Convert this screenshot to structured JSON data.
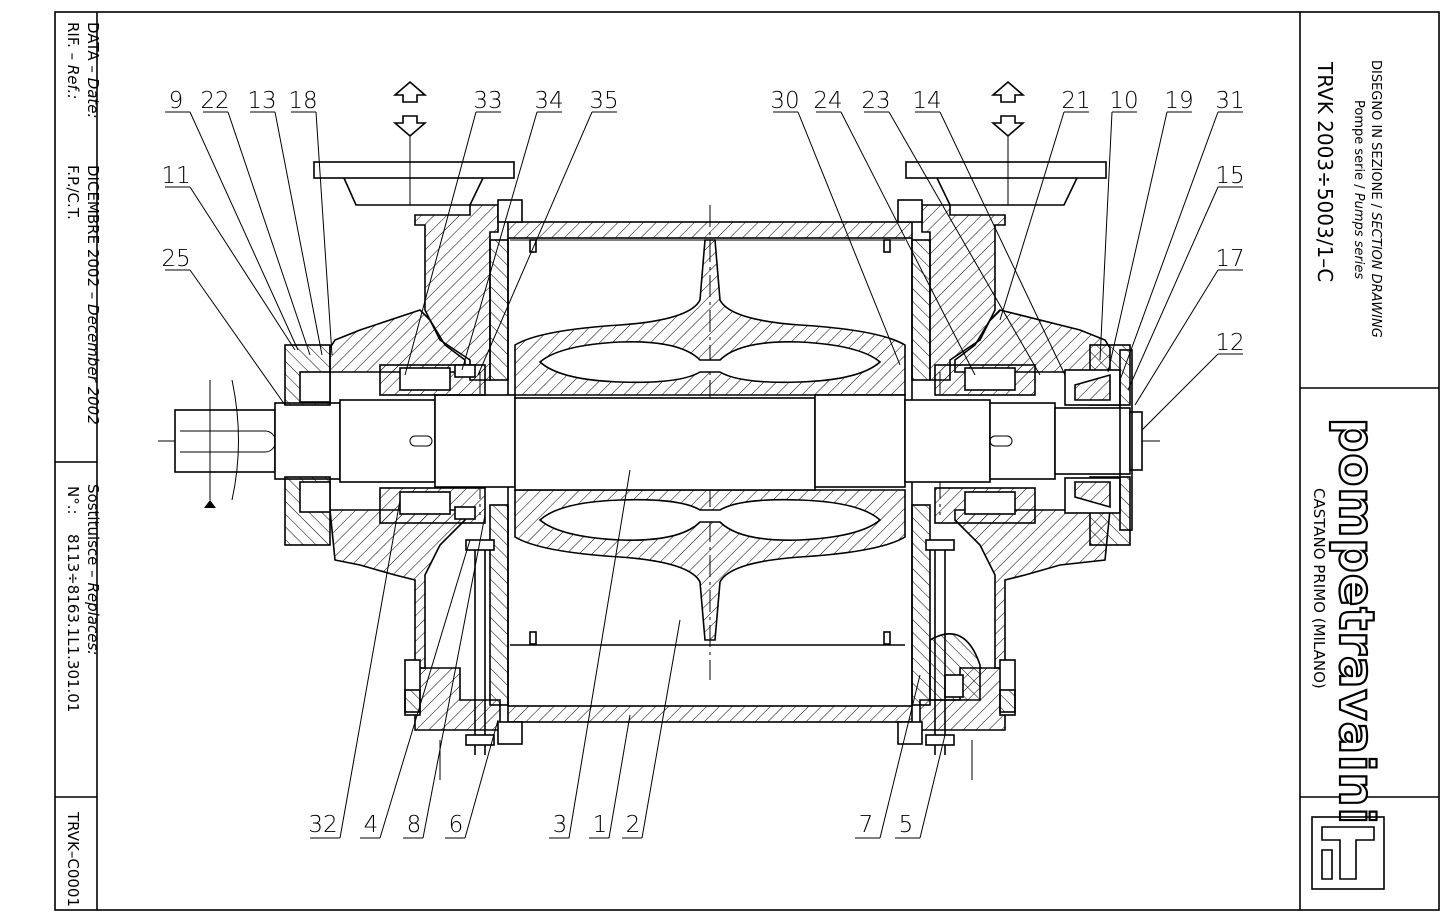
{
  "title_block": {
    "ref_label": "RIF. – ",
    "ref_label_en": "Ref.:",
    "ref_value": "F.P./C.T.",
    "date_label": "DATA – ",
    "date_label_en": "Date:",
    "date_value_it": "DICEMBRE 2002 – ",
    "date_value_en": "December 2002",
    "number_label": "N°.:",
    "replaces_label": "Sostituisce – ",
    "replaces_label_en": "Replaces:",
    "replaces_value": "8113÷8163.1L1.301.01",
    "drawing_code": "TRVK–C0001",
    "drawing_type_it": "DISEGNO IN SEZIONE / ",
    "drawing_type_en": "SECTION DRAWING",
    "series_it": "Pompe serie / ",
    "series_en": "Pumps series",
    "model": "TRVK 2003÷5003/1–C",
    "company": "pompetravaini",
    "location": "CASTANO PRIMO (MILANO)"
  },
  "part_labels": {
    "top": [
      "9",
      "22",
      "13",
      "18",
      "33",
      "34",
      "35",
      "30",
      "24",
      "23",
      "14",
      "21",
      "10",
      "19",
      "31"
    ],
    "left": [
      "11",
      "25"
    ],
    "right": [
      "15",
      "17",
      "12"
    ],
    "bottom": [
      "32",
      "4",
      "8",
      "6",
      "3",
      "1",
      "2",
      "7",
      "5"
    ]
  }
}
